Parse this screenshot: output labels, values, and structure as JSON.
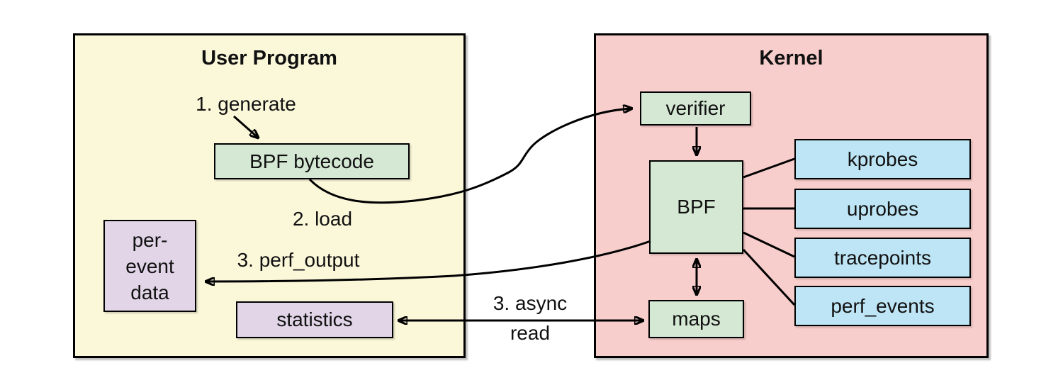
{
  "diagram": {
    "user_program": {
      "title": "User Program"
    },
    "kernel": {
      "title": "Kernel"
    },
    "nodes": {
      "bpf_bytecode": {
        "label": "BPF bytecode"
      },
      "per_event_data": {
        "line1": "per-",
        "line2": "event",
        "line3": "data"
      },
      "statistics": {
        "label": "statistics"
      },
      "verifier": {
        "label": "verifier"
      },
      "bpf": {
        "label": "BPF"
      },
      "maps": {
        "label": "maps"
      }
    },
    "event_sources": [
      {
        "label": "kprobes"
      },
      {
        "label": "uprobes"
      },
      {
        "label": "tracepoints"
      },
      {
        "label": "perf_events"
      }
    ],
    "annotations": {
      "step1": "1. generate",
      "step2": "2. load",
      "step3_perf_output": "3. perf_output",
      "step3_async_line1": "3. async",
      "step3_async_line2": "read"
    },
    "colors": {
      "user_program_bg": "#FBF8DA",
      "kernel_bg": "#F8CECC",
      "process_box_bg": "#D5E8D4",
      "data_box_bg": "#E1D5E7",
      "event_box_bg": "#BEE5F5",
      "border": "#000000",
      "arrow": "#000000"
    }
  }
}
